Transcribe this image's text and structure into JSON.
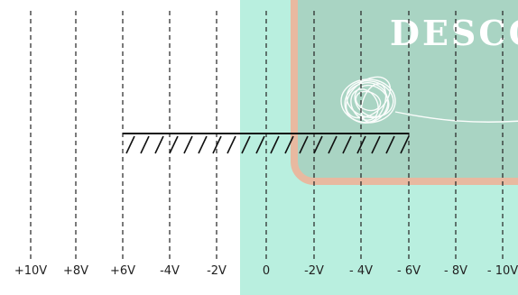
{
  "board": {
    "title": "DESCO",
    "background_color": "#b9efdf",
    "board_color": "#a9d4c3",
    "frame_color": "#e8b9a0"
  },
  "diagram": {
    "voltage_labels": [
      "+10V",
      "+8V",
      "+6V",
      "-4V",
      "-2V",
      "0",
      "-2V",
      "- 4V",
      "- 6V",
      "- 8V",
      "- 10V"
    ],
    "hatched_interval": {
      "from_label": "+6V",
      "to_label": "- 6V"
    }
  }
}
